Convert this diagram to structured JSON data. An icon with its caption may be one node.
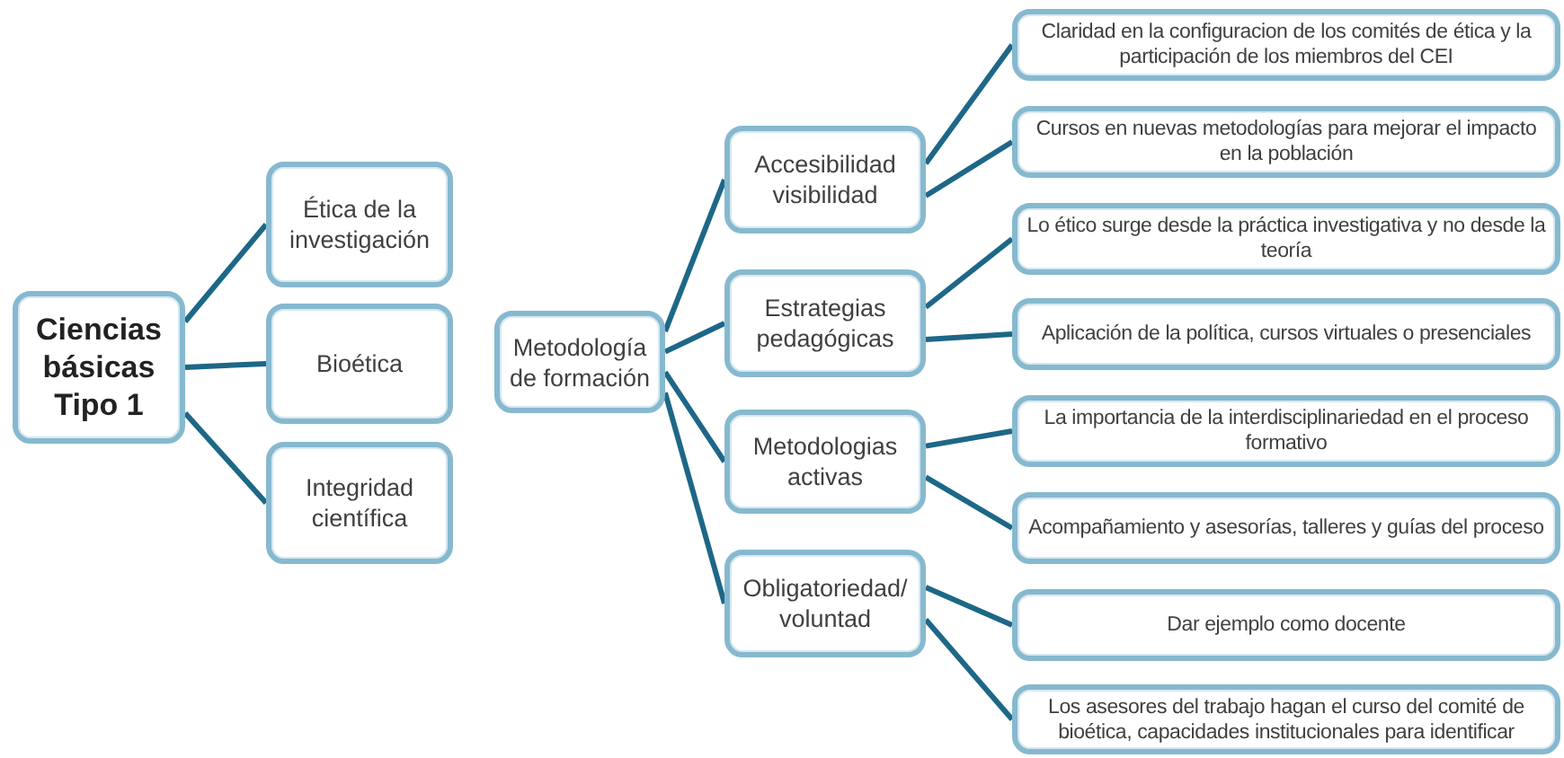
{
  "diagram": {
    "nodes": [
      {
        "text": [
          "Ciencias básicas Tipo 1"
        ]
      },
      {
        "text": [
          "Ética de la investigación"
        ]
      },
      {
        "text": [
          "Bioética"
        ]
      },
      {
        "text": [
          "Integridad científica"
        ]
      },
      {
        "text": [
          "Metodología de formación"
        ]
      },
      {
        "text": [
          "Accesibilidad visibilidad"
        ]
      },
      {
        "text": [
          "Estrategias pedagógicas"
        ]
      },
      {
        "text": [
          "Metodologias activas"
        ]
      },
      {
        "text": [
          "Obligatoriedad/ voluntad"
        ]
      },
      {
        "text": [
          "Claridad en la configuracion de los comités de ética y la participación de los miembros del CEI"
        ]
      },
      {
        "text": [
          "Cursos en nuevas metodologías para mejorar el impacto en la población"
        ]
      },
      {
        "text": [
          "Lo ético surge desde la práctica investigativa y no desde la teoría"
        ]
      },
      {
        "text": [
          "Aplicación de la política, cursos virtuales o presenciales"
        ]
      },
      {
        "text": [
          "La importancia de la interdisciplinariedad en el proceso formativo"
        ]
      },
      {
        "text": [
          "Acompañamiento y asesorías, talleres y guías del proceso"
        ]
      },
      {
        "text": [
          "Dar ejemplo como docente"
        ]
      },
      {
        "text": [
          "Los asesores del trabajo hagan el curso del comité de bioética, capacidades institucionales para identificar"
        ]
      }
    ],
    "edges": [
      {
        "from": 0,
        "to": 1,
        "arrow": "none"
      },
      {
        "from": 0,
        "to": 2,
        "arrow": "none"
      },
      {
        "from": 0,
        "to": 3,
        "arrow": "none"
      },
      {
        "from": 4,
        "to": 5,
        "arrow": "none"
      },
      {
        "from": 4,
        "to": 6,
        "arrow": "none"
      },
      {
        "from": 4,
        "to": 7,
        "arrow": "none"
      },
      {
        "from": 4,
        "to": 8,
        "arrow": "none"
      },
      {
        "from": 5,
        "to": 9,
        "arrow": "none"
      },
      {
        "from": 5,
        "to": 10,
        "arrow": "none"
      },
      {
        "from": 6,
        "to": 11,
        "arrow": "none"
      },
      {
        "from": 6,
        "to": 12,
        "arrow": "none"
      },
      {
        "from": 7,
        "to": 13,
        "arrow": "none"
      },
      {
        "from": 7,
        "to": 14,
        "arrow": "none"
      },
      {
        "from": 8,
        "to": 15,
        "arrow": "none"
      },
      {
        "from": 8,
        "to": 16,
        "arrow": "none"
      }
    ]
  }
}
